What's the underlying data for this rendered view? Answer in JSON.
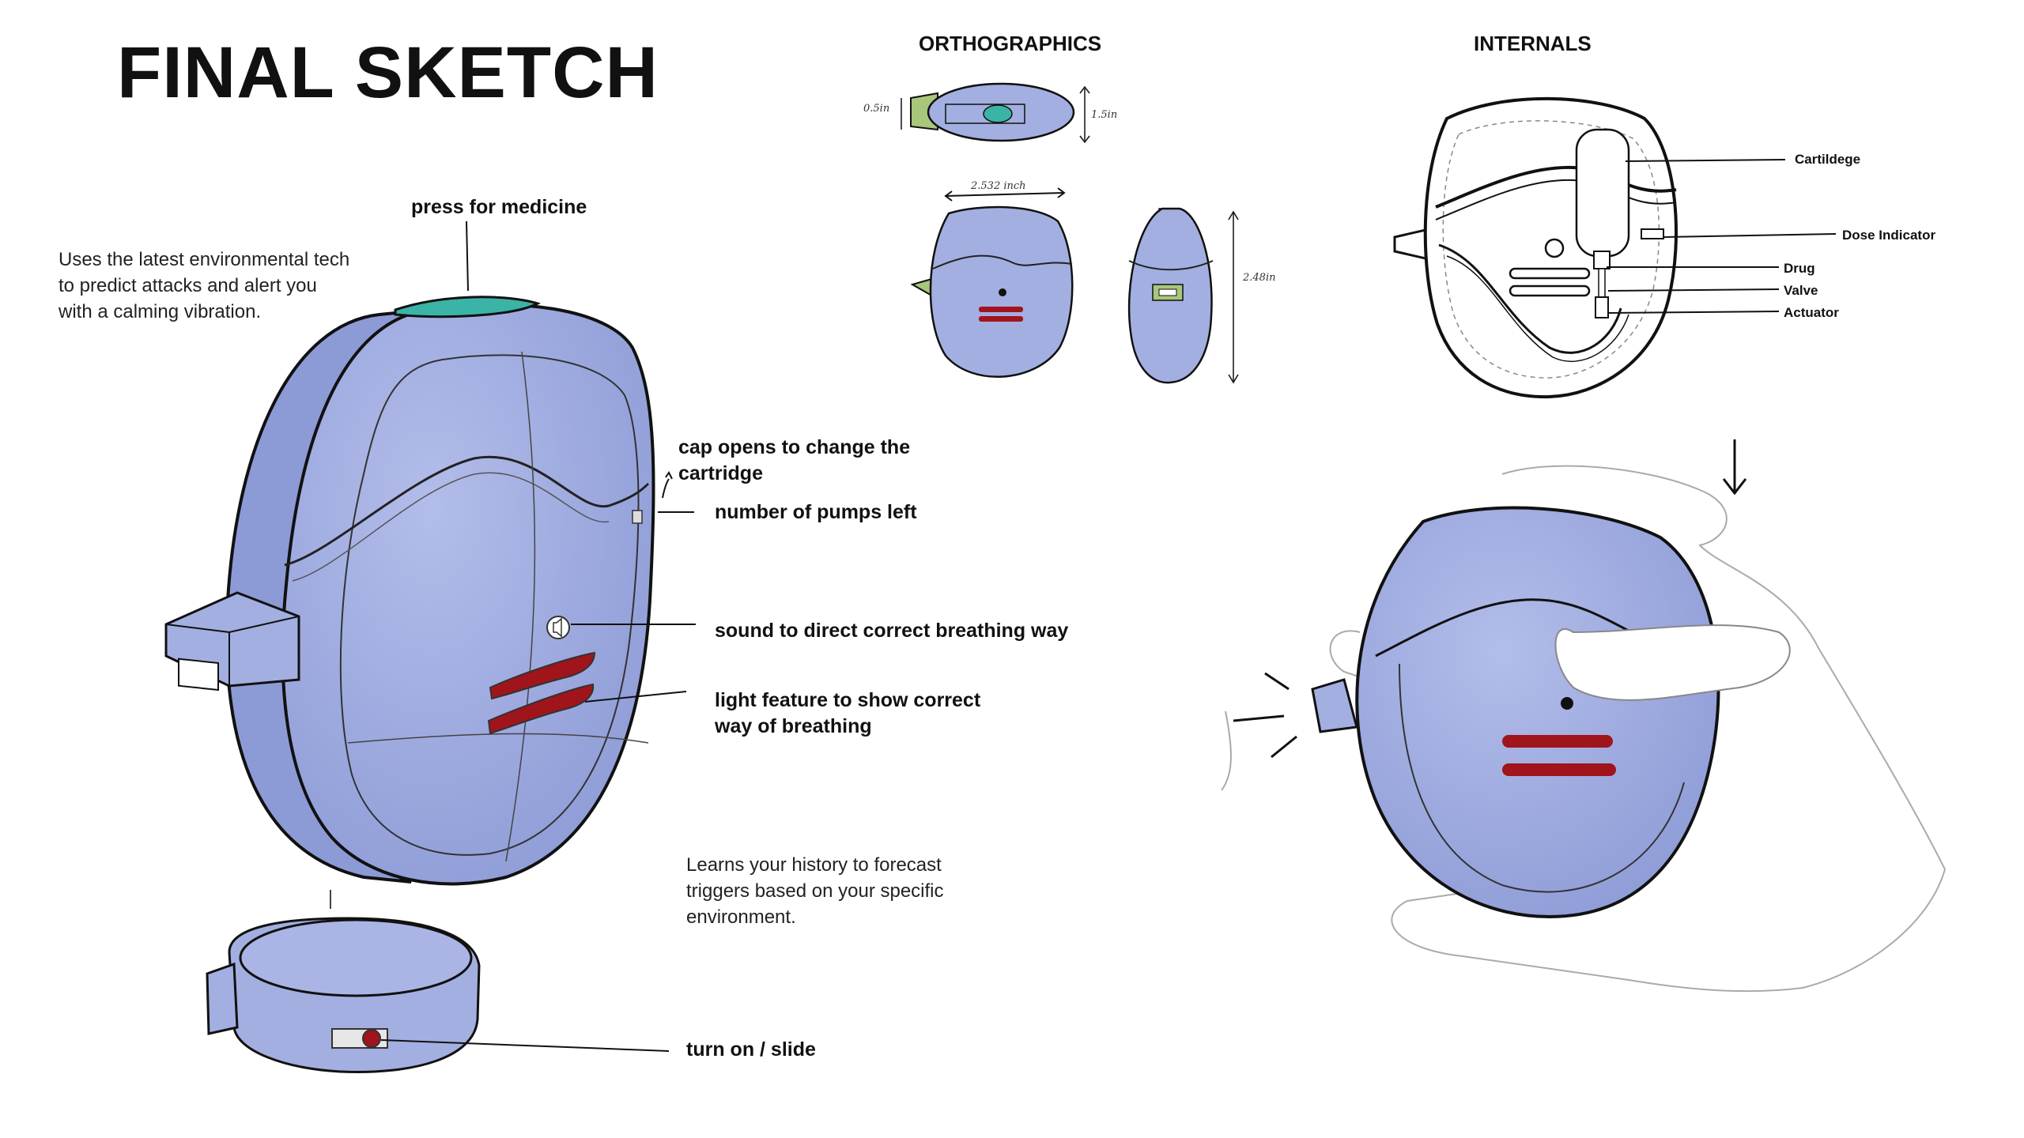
{
  "title": "FINAL SKETCH",
  "sections": {
    "orthographics": "ORTHOGRAPHICS",
    "internals": "INTERNALS"
  },
  "callouts": {
    "press": "press for medicine",
    "cap": "cap opens to change the cartridge",
    "pumps": "number of pumps left",
    "sound": "sound  to direct correct breathing way",
    "light": "light feature to show correct way of breathing",
    "turn_on": "turn on / slide"
  },
  "descriptions": {
    "environmental": "Uses the latest environmental tech to predict attacks and alert you with a calming vibration.",
    "learns": "Learns your history to forecast triggers based on your specific environment."
  },
  "dimensions": {
    "d1": "0.5in",
    "d2": "1.5in",
    "d3": "2.532 inch",
    "d4": "2.48in"
  },
  "internals_labels": {
    "cartridge": "Cartildege",
    "dose": "Dose Indicator",
    "drug": "Drug",
    "valve": "Valve",
    "actuator": "Actuator"
  },
  "colors": {
    "body": "#a3afe0",
    "cap": "#3bb3a6",
    "light": "#a0141c",
    "mouthpiece": "#a8c77b"
  }
}
